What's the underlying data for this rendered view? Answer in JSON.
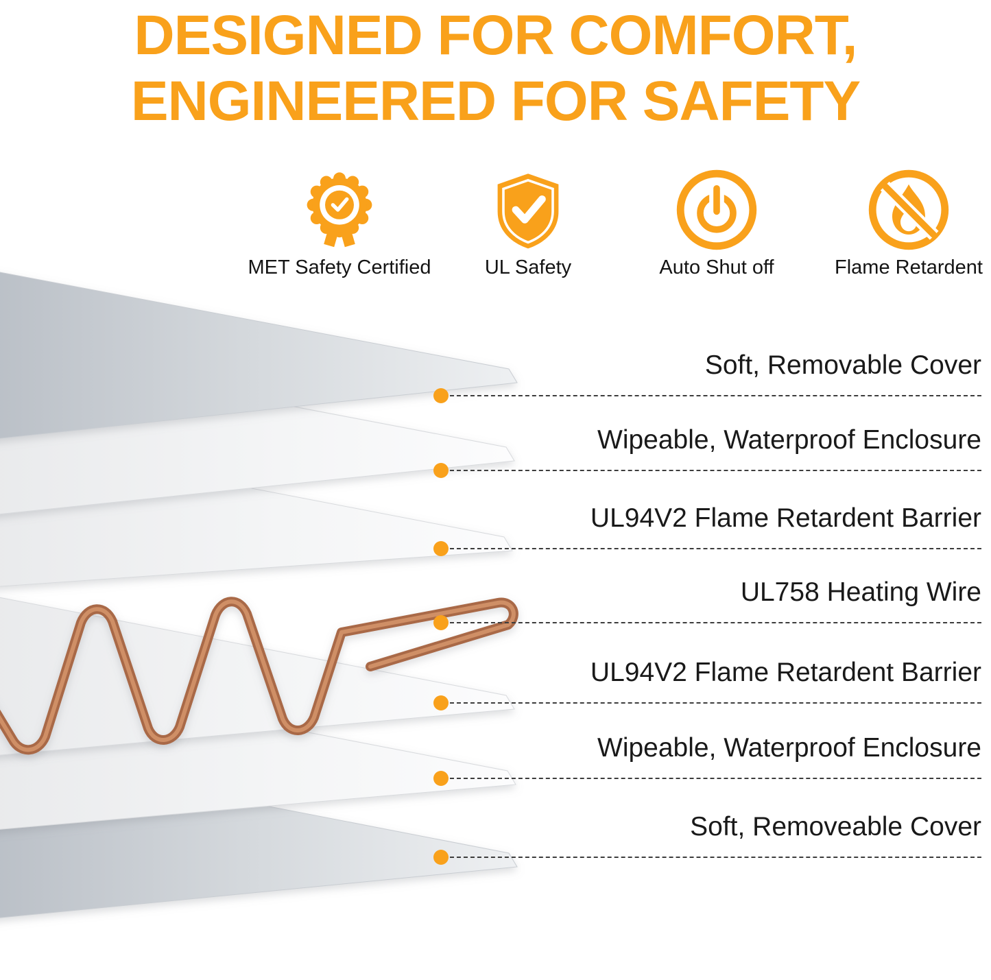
{
  "title": {
    "line1": "DESIGNED FOR COMFORT,",
    "line2": "ENGINEERED FOR SAFETY"
  },
  "badges": [
    {
      "icon": "met-certified-badge-icon",
      "label": "MET Safety Certified"
    },
    {
      "icon": "ul-safety-shield-icon",
      "label": "UL Safety"
    },
    {
      "icon": "auto-shutoff-power-icon",
      "label": "Auto Shut off"
    },
    {
      "icon": "flame-retardent-icon",
      "label": "Flame Retardent"
    }
  ],
  "layers": [
    {
      "label": "Soft, Removable Cover"
    },
    {
      "label": "Wipeable, Waterproof Enclosure"
    },
    {
      "label": "UL94V2 Flame Retardent Barrier"
    },
    {
      "label": "UL758 Heating Wire"
    },
    {
      "label": "UL94V2 Flame Retardent Barrier"
    },
    {
      "label": "Wipeable, Waterproof Enclosure"
    },
    {
      "label": "Soft, Removeable Cover"
    }
  ],
  "colors": {
    "accent": "#F9A11B",
    "wire_copper": "#A96947",
    "text": "#191919"
  }
}
